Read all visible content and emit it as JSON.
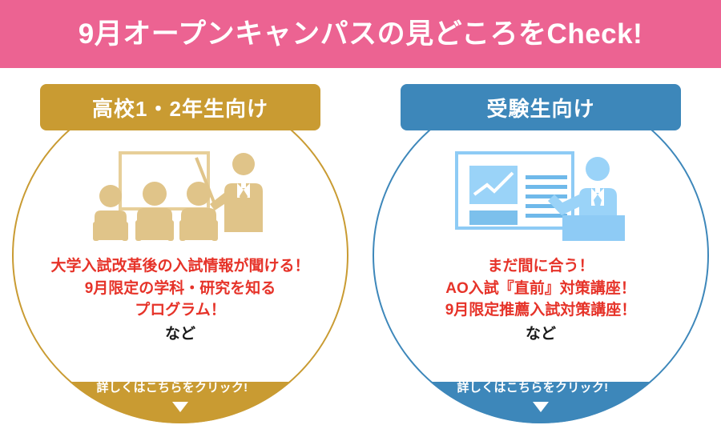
{
  "banner": {
    "title": "9月オープンキャンパスの見どころをCheck!",
    "background_color": "#ec6392",
    "text_color": "#ffffff"
  },
  "cards": [
    {
      "id": "high-school-1-2",
      "label": "高校1・2年生向け",
      "accent_color": "#c99b32",
      "illustration": "classroom-lecture-icon",
      "highlights": [
        "大学入試改革後の入試情報が聞ける！",
        "9月限定の学科・研究を知る",
        "プログラム！"
      ],
      "note": "など",
      "note_color": "#1a1a1a",
      "highlight_color": "#e63329",
      "cta_label": "詳しくはこちらをクリック!",
      "cta_arrow": "▼"
    },
    {
      "id": "exam-students",
      "label": "受験生向け",
      "accent_color": "#3d87ba",
      "illustration": "presentation-podium-icon",
      "highlights": [
        "まだ間に合う！",
        "AO入試『直前』対策講座！",
        "9月限定推薦入試対策講座！"
      ],
      "note": "など",
      "note_color": "#1a1a1a",
      "highlight_color": "#e63329",
      "cta_label": "詳しくはこちらをクリック!",
      "cta_arrow": "▼"
    }
  ]
}
